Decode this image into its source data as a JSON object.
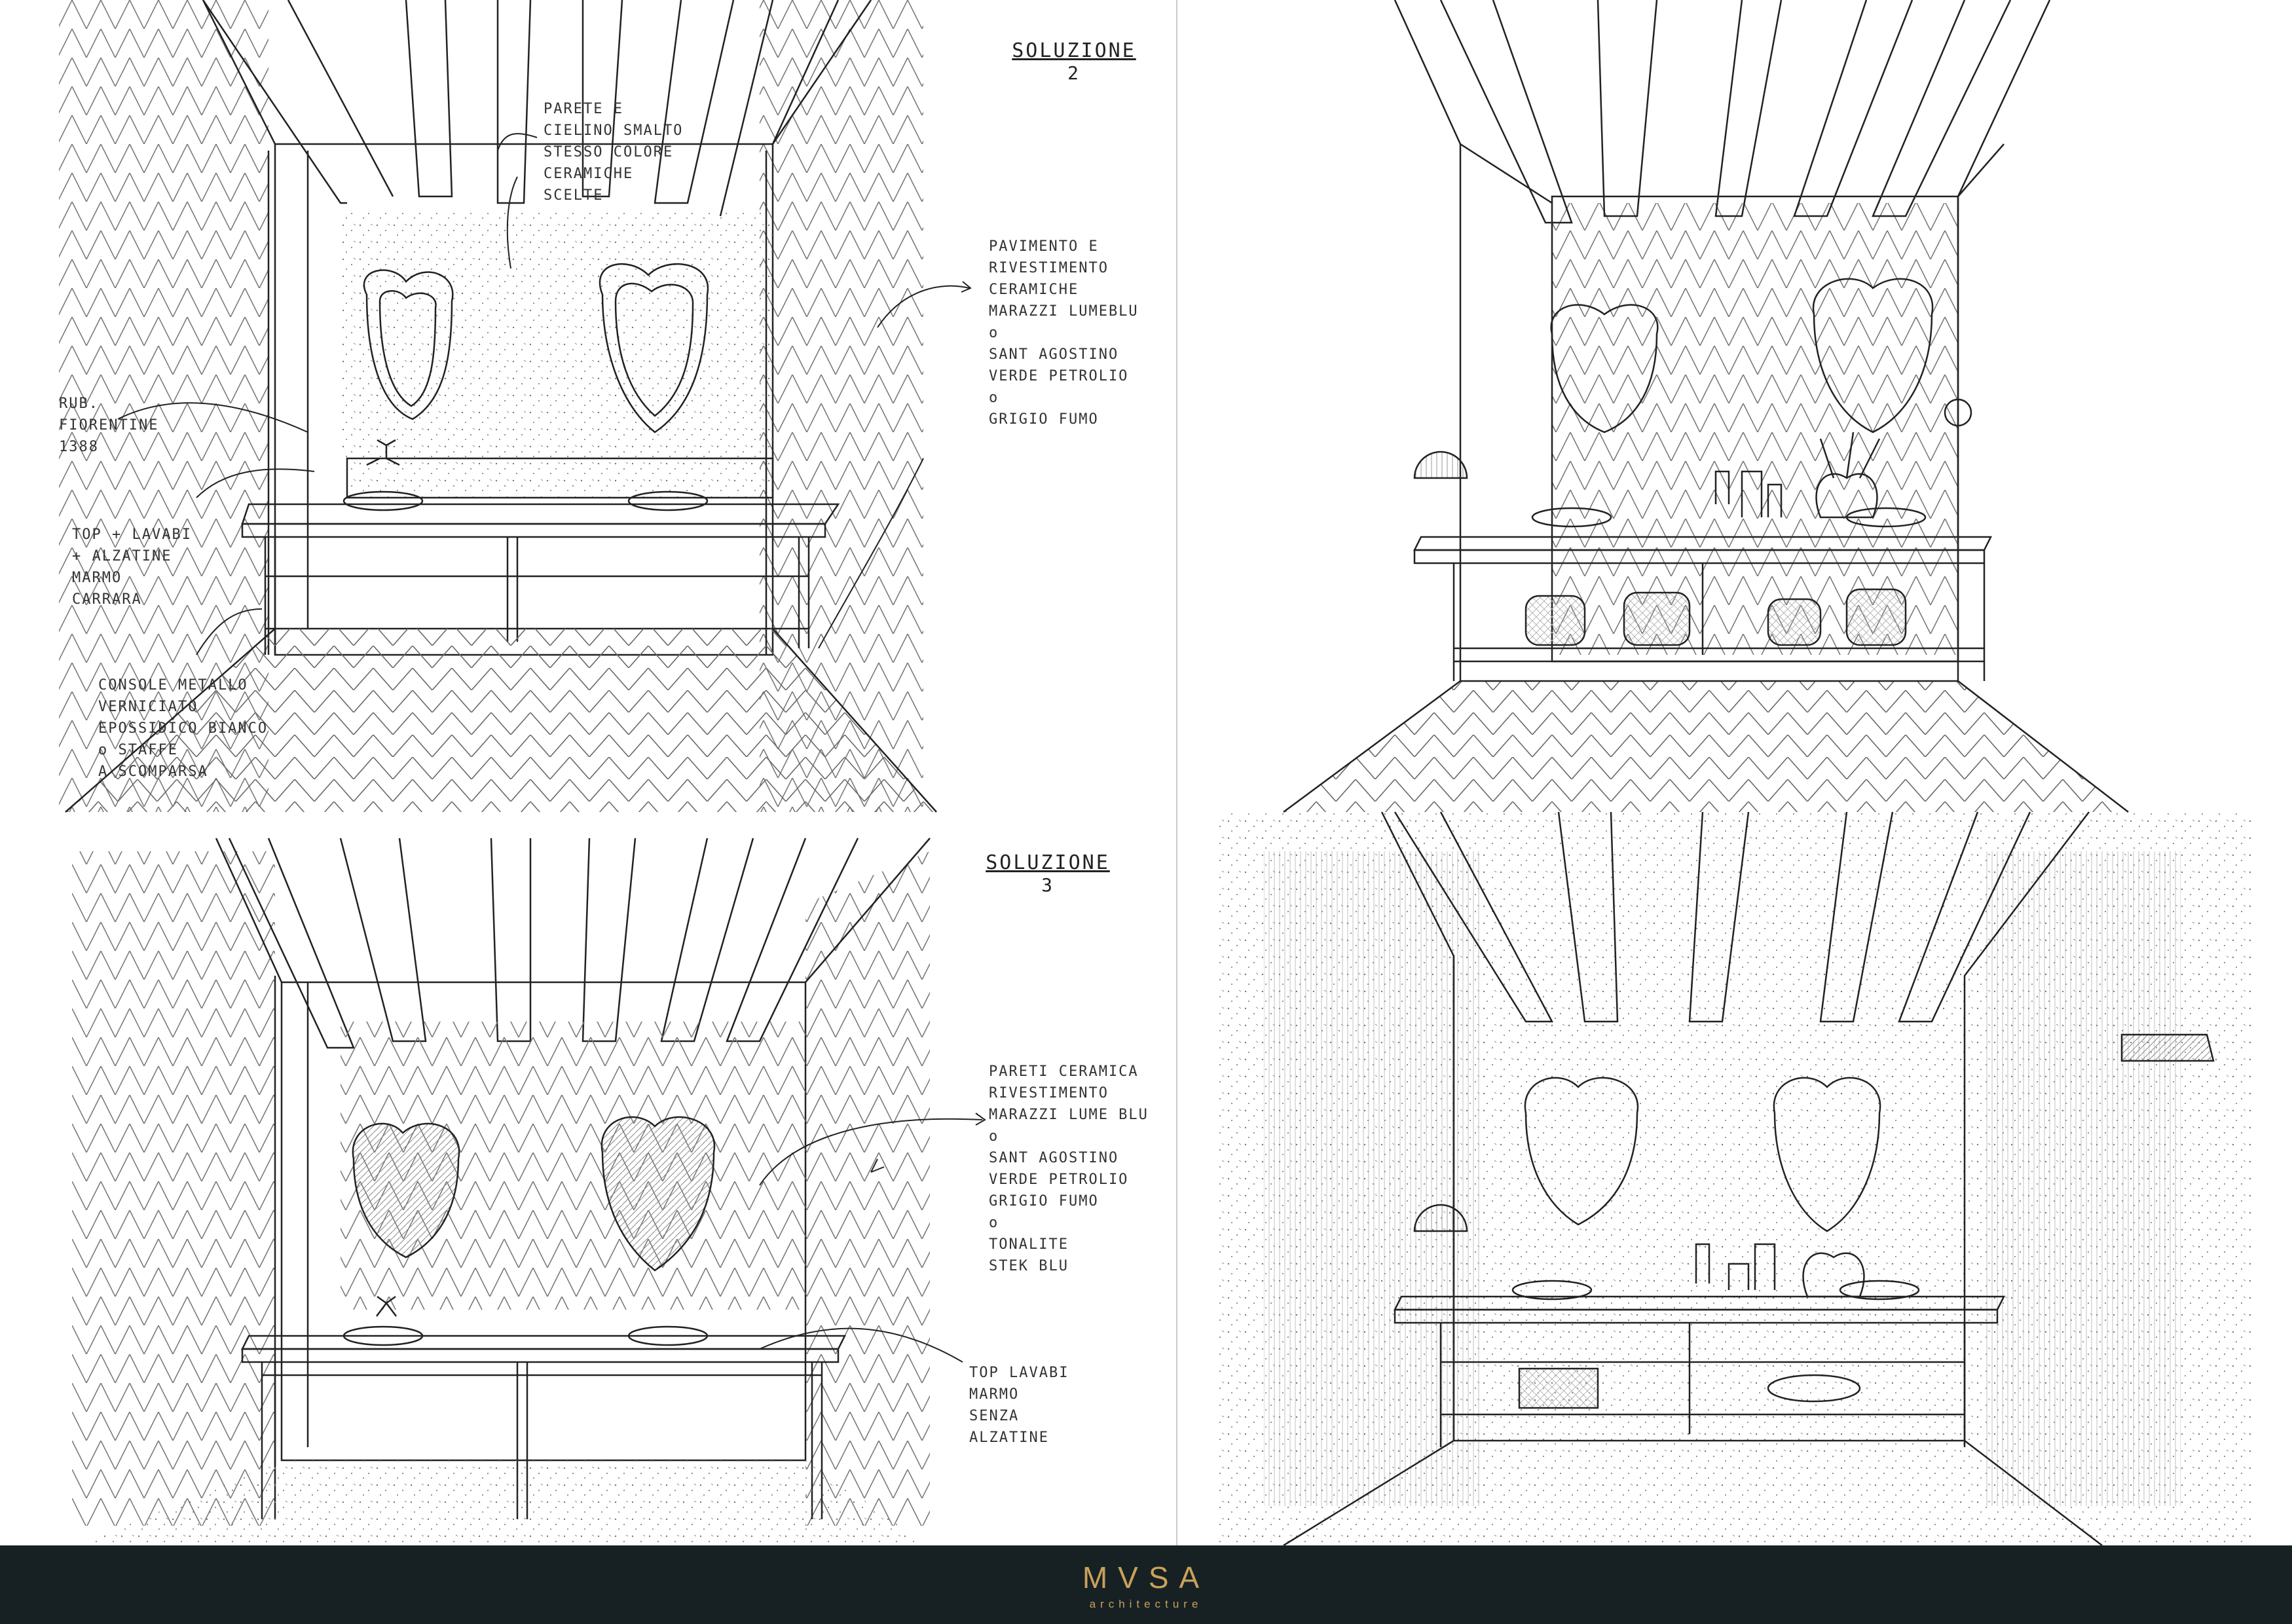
{
  "solution_2": {
    "title": "SOLUZIONE",
    "number": "2",
    "notes": {
      "wall_ceiling": "PARETE E\nCIELINO SMALTO\nSTESSO COLORE\nCERAMICHE\nSCELTE",
      "flooring": "PAVIMENTO E\nRIVESTIMENTO\nCERAMICHE\nMARAZZI LUMEBLU\no\nSANT AGOSTINO\nVERDE PETROLIO\no\nGRIGIO FUMO",
      "tap": "RUB.\nFIORENTINE\n1388",
      "top": "TOP + LAVABI\n+ ALZATINE\nMARMO\nCARRARA",
      "console": "CONSOLE METALLO\nVERNICIATO\nEPOSSIDICO BIANCO\no STAFFE\nA SCOMPARSA"
    }
  },
  "solution_3": {
    "title": "SOLUZIONE",
    "number": "3",
    "notes": {
      "walls": "PARETI CERAMICA\nRIVESTIMENTO\nMARAZZI LUME BLU\no\nSANT AGOSTINO\nVERDE PETROLIO\nGRIGIO FUMO\no\nTONALITE\nSTEK BLU",
      "top": "TOP LAVABI\nMARMO\nSENZA\nALZATINE"
    }
  },
  "footer": {
    "brand": "MVSA",
    "tagline": "architecture",
    "background": "#172124",
    "accent": "#c9a15a"
  }
}
